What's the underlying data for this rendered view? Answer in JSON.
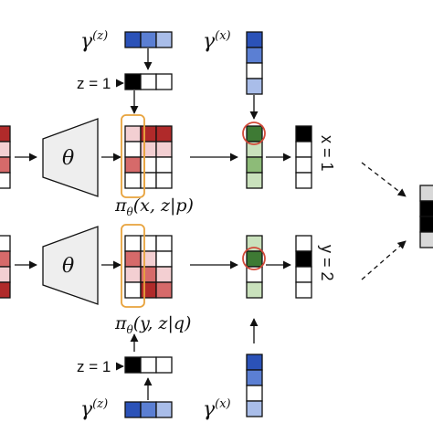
{
  "labels": {
    "gamma_z_top": "γ",
    "gamma_z_top_sup": "(z)",
    "gamma_x_top": "γ",
    "gamma_x_top_sup": "(x)",
    "z_eq_top": "z = 1",
    "theta_top": "θ",
    "pi_top": "π",
    "pi_top_sub": "θ",
    "pi_top_args": "(x, z|p)",
    "x_eq": "x = 1",
    "y_eq": "y = 2",
    "theta_bottom": "θ",
    "pi_bottom": "π",
    "pi_bottom_sub": "θ",
    "pi_bottom_args": "(y, z|q)",
    "z_eq_bottom": "z = 1",
    "gamma_z_bottom": "γ",
    "gamma_z_bottom_sup": "(z)",
    "gamma_x_bottom": "γ",
    "gamma_x_bottom_sup": "(x)"
  },
  "colors": {
    "blue_dark": "#2b52b8",
    "blue_mid": "#5b7fd3",
    "blue_light": "#a9bde9",
    "red_dark": "#b02a2a",
    "red_mid": "#d66a6a",
    "red_light": "#f3cfd2",
    "green_dark": "#3e7a34",
    "green_mid": "#8dbb78",
    "green_light": "#c9e1bc",
    "orange": "#e8a33d",
    "circle_red": "#d24a3a",
    "trapezoid_fill": "#eeeeee",
    "gray_light": "#d8d8d8",
    "black": "#000000"
  }
}
